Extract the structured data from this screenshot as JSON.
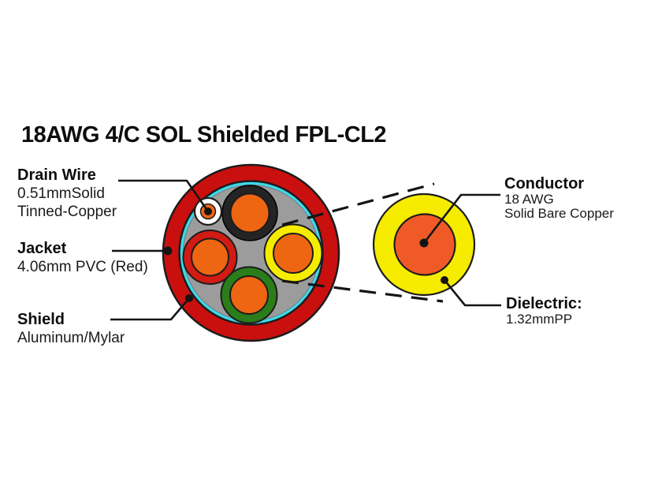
{
  "title": "18AWG 4/C SOL Shielded FPL-CL2",
  "labels": {
    "drain_wire": {
      "heading": "Drain Wire",
      "line1": "0.51mmSolid",
      "line2": "Tinned-Copper"
    },
    "jacket": {
      "heading": "Jacket",
      "line1": "4.06mm PVC (Red)"
    },
    "shield": {
      "heading": "Shield",
      "line1": "Aluminum/Mylar"
    },
    "conductor": {
      "heading": "Conductor",
      "line1": "18 AWG",
      "line2": "Solid Bare Copper"
    },
    "dielectric": {
      "heading": "Dielectric:",
      "line1": "1.32mmPP"
    }
  },
  "colors": {
    "jacket_red": "#c9100f",
    "insulation_red": "#d11b13",
    "insulation_black": "#242424",
    "insulation_yellow": "#f6ec00",
    "insulation_green": "#2a7d1a",
    "core_orange": "#ee6512",
    "conductor_orange": "#f05a26",
    "shield_cyan": "#3ed8e8",
    "filler_gray": "#9c9c9c",
    "drain_white": "#ffffff",
    "line_black": "#141414"
  }
}
